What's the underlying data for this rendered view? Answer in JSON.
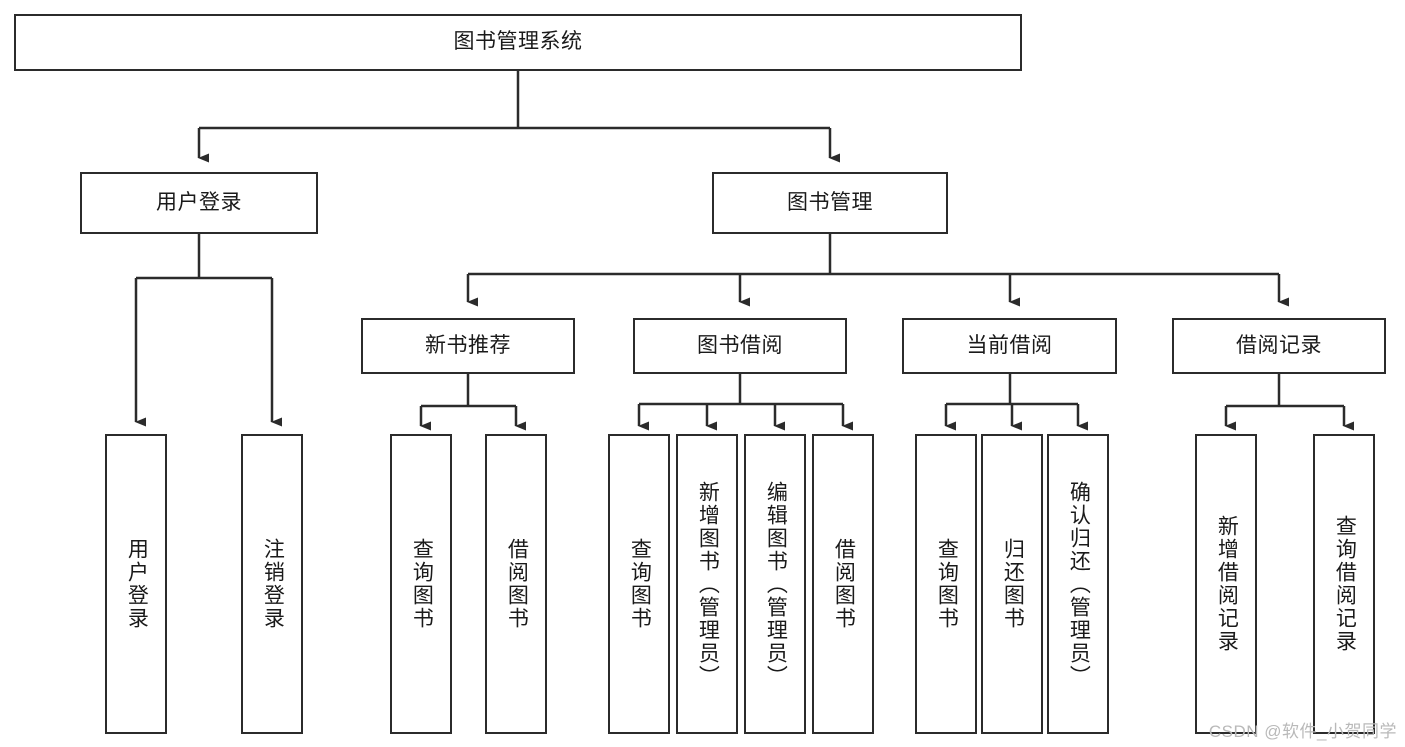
{
  "diagram": {
    "type": "tree",
    "title": "图书管理系统",
    "orientation": "top-down",
    "watermark": "CSDN @软件_小贺同学",
    "colors": {
      "stroke": "#2b2b2b",
      "fill": "#ffffff",
      "text": "#1a1a1a",
      "watermark": "#b9b9b9"
    },
    "root": {
      "label": "图书管理系统"
    },
    "level1": [
      {
        "label": "用户登录"
      },
      {
        "label": "图书管理"
      }
    ],
    "level2": [
      {
        "label": "新书推荐"
      },
      {
        "label": "图书借阅"
      },
      {
        "label": "当前借阅"
      },
      {
        "label": "借阅记录"
      }
    ],
    "leaves": {
      "user_login": [
        {
          "label": "用户登录"
        },
        {
          "label": "注销登录"
        }
      ],
      "new_book_recommend": [
        {
          "label": "查询图书"
        },
        {
          "label": "借阅图书"
        }
      ],
      "book_borrow": [
        {
          "label": "查询图书"
        },
        {
          "label": "新增图书（管理员）"
        },
        {
          "label": "编辑图书（管理员）"
        },
        {
          "label": "借阅图书"
        }
      ],
      "current_borrow": [
        {
          "label": "查询图书"
        },
        {
          "label": "归还图书"
        },
        {
          "label": "确认归还（管理员）"
        }
      ],
      "borrow_record": [
        {
          "label": "新增借阅记录"
        },
        {
          "label": "查询借阅记录"
        }
      ]
    }
  }
}
